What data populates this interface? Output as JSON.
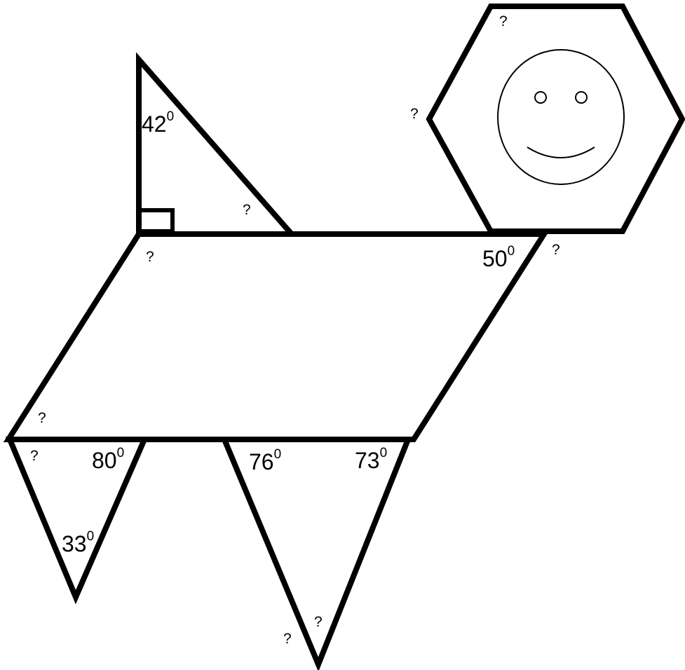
{
  "labels": {
    "tri_top_angle": "42",
    "tri_right_angle": "?",
    "hex_top": "?",
    "hex_left": "?",
    "para_top_right": "50",
    "para_right_ext": "?",
    "para_top_left": "?",
    "para_bottom_left": "?",
    "leg1_left": "?",
    "leg1_right": "80",
    "leg1_bottom": "33",
    "leg2_left": "76",
    "leg2_right": "73",
    "leg2_bottom_right": "?",
    "leg2_bottom_left": "?"
  },
  "degree_mark": "0"
}
